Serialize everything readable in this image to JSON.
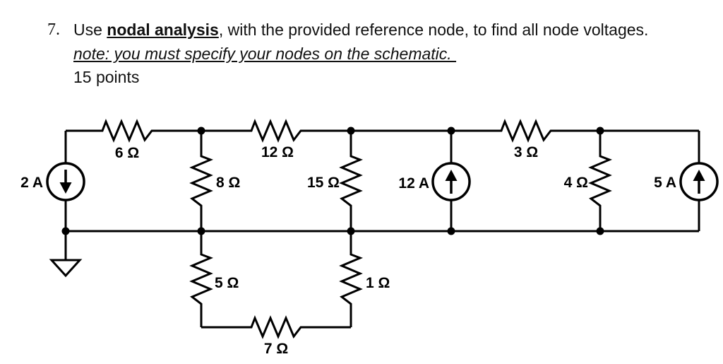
{
  "problem": {
    "number": "7.",
    "instruction_prefix": "Use ",
    "instruction_emphasis": "nodal analysis",
    "instruction_suffix": ", with the provided reference node, to find all node voltages.",
    "note": "note: you must specify your nodes on the schematic. ",
    "points": "15 points"
  },
  "circuit": {
    "resistors": {
      "r6": {
        "label": "6 Ω",
        "orientation": "horizontal",
        "position": "top-rail-left"
      },
      "r12": {
        "label": "12 Ω",
        "orientation": "horizontal",
        "position": "top-rail-middle"
      },
      "r3": {
        "label": "3 Ω",
        "orientation": "horizontal",
        "position": "top-rail-right"
      },
      "r8": {
        "label": "8 Ω",
        "orientation": "vertical",
        "position": "middle-left-branch"
      },
      "r15": {
        "label": "15 Ω",
        "orientation": "vertical",
        "position": "middle-center-branch"
      },
      "r4": {
        "label": "4 Ω",
        "orientation": "vertical",
        "position": "middle-right-branch"
      },
      "r5": {
        "label": "5 Ω",
        "orientation": "vertical",
        "position": "bottom-loop-left"
      },
      "r1": {
        "label": "1 Ω",
        "orientation": "vertical",
        "position": "bottom-loop-right"
      },
      "r7": {
        "label": "7 Ω",
        "orientation": "horizontal",
        "position": "bottom-loop"
      }
    },
    "sources": {
      "i2": {
        "label": "2 A",
        "arrow": "down",
        "position": "far-left"
      },
      "i12": {
        "label": "12 A",
        "arrow": "up",
        "position": "middle"
      },
      "i5": {
        "label": "5 A",
        "arrow": "up",
        "position": "far-right"
      }
    },
    "reference_node": "ground symbol at bottom-left node",
    "colors": {
      "ink": "#000000",
      "background": "#ffffff"
    }
  }
}
